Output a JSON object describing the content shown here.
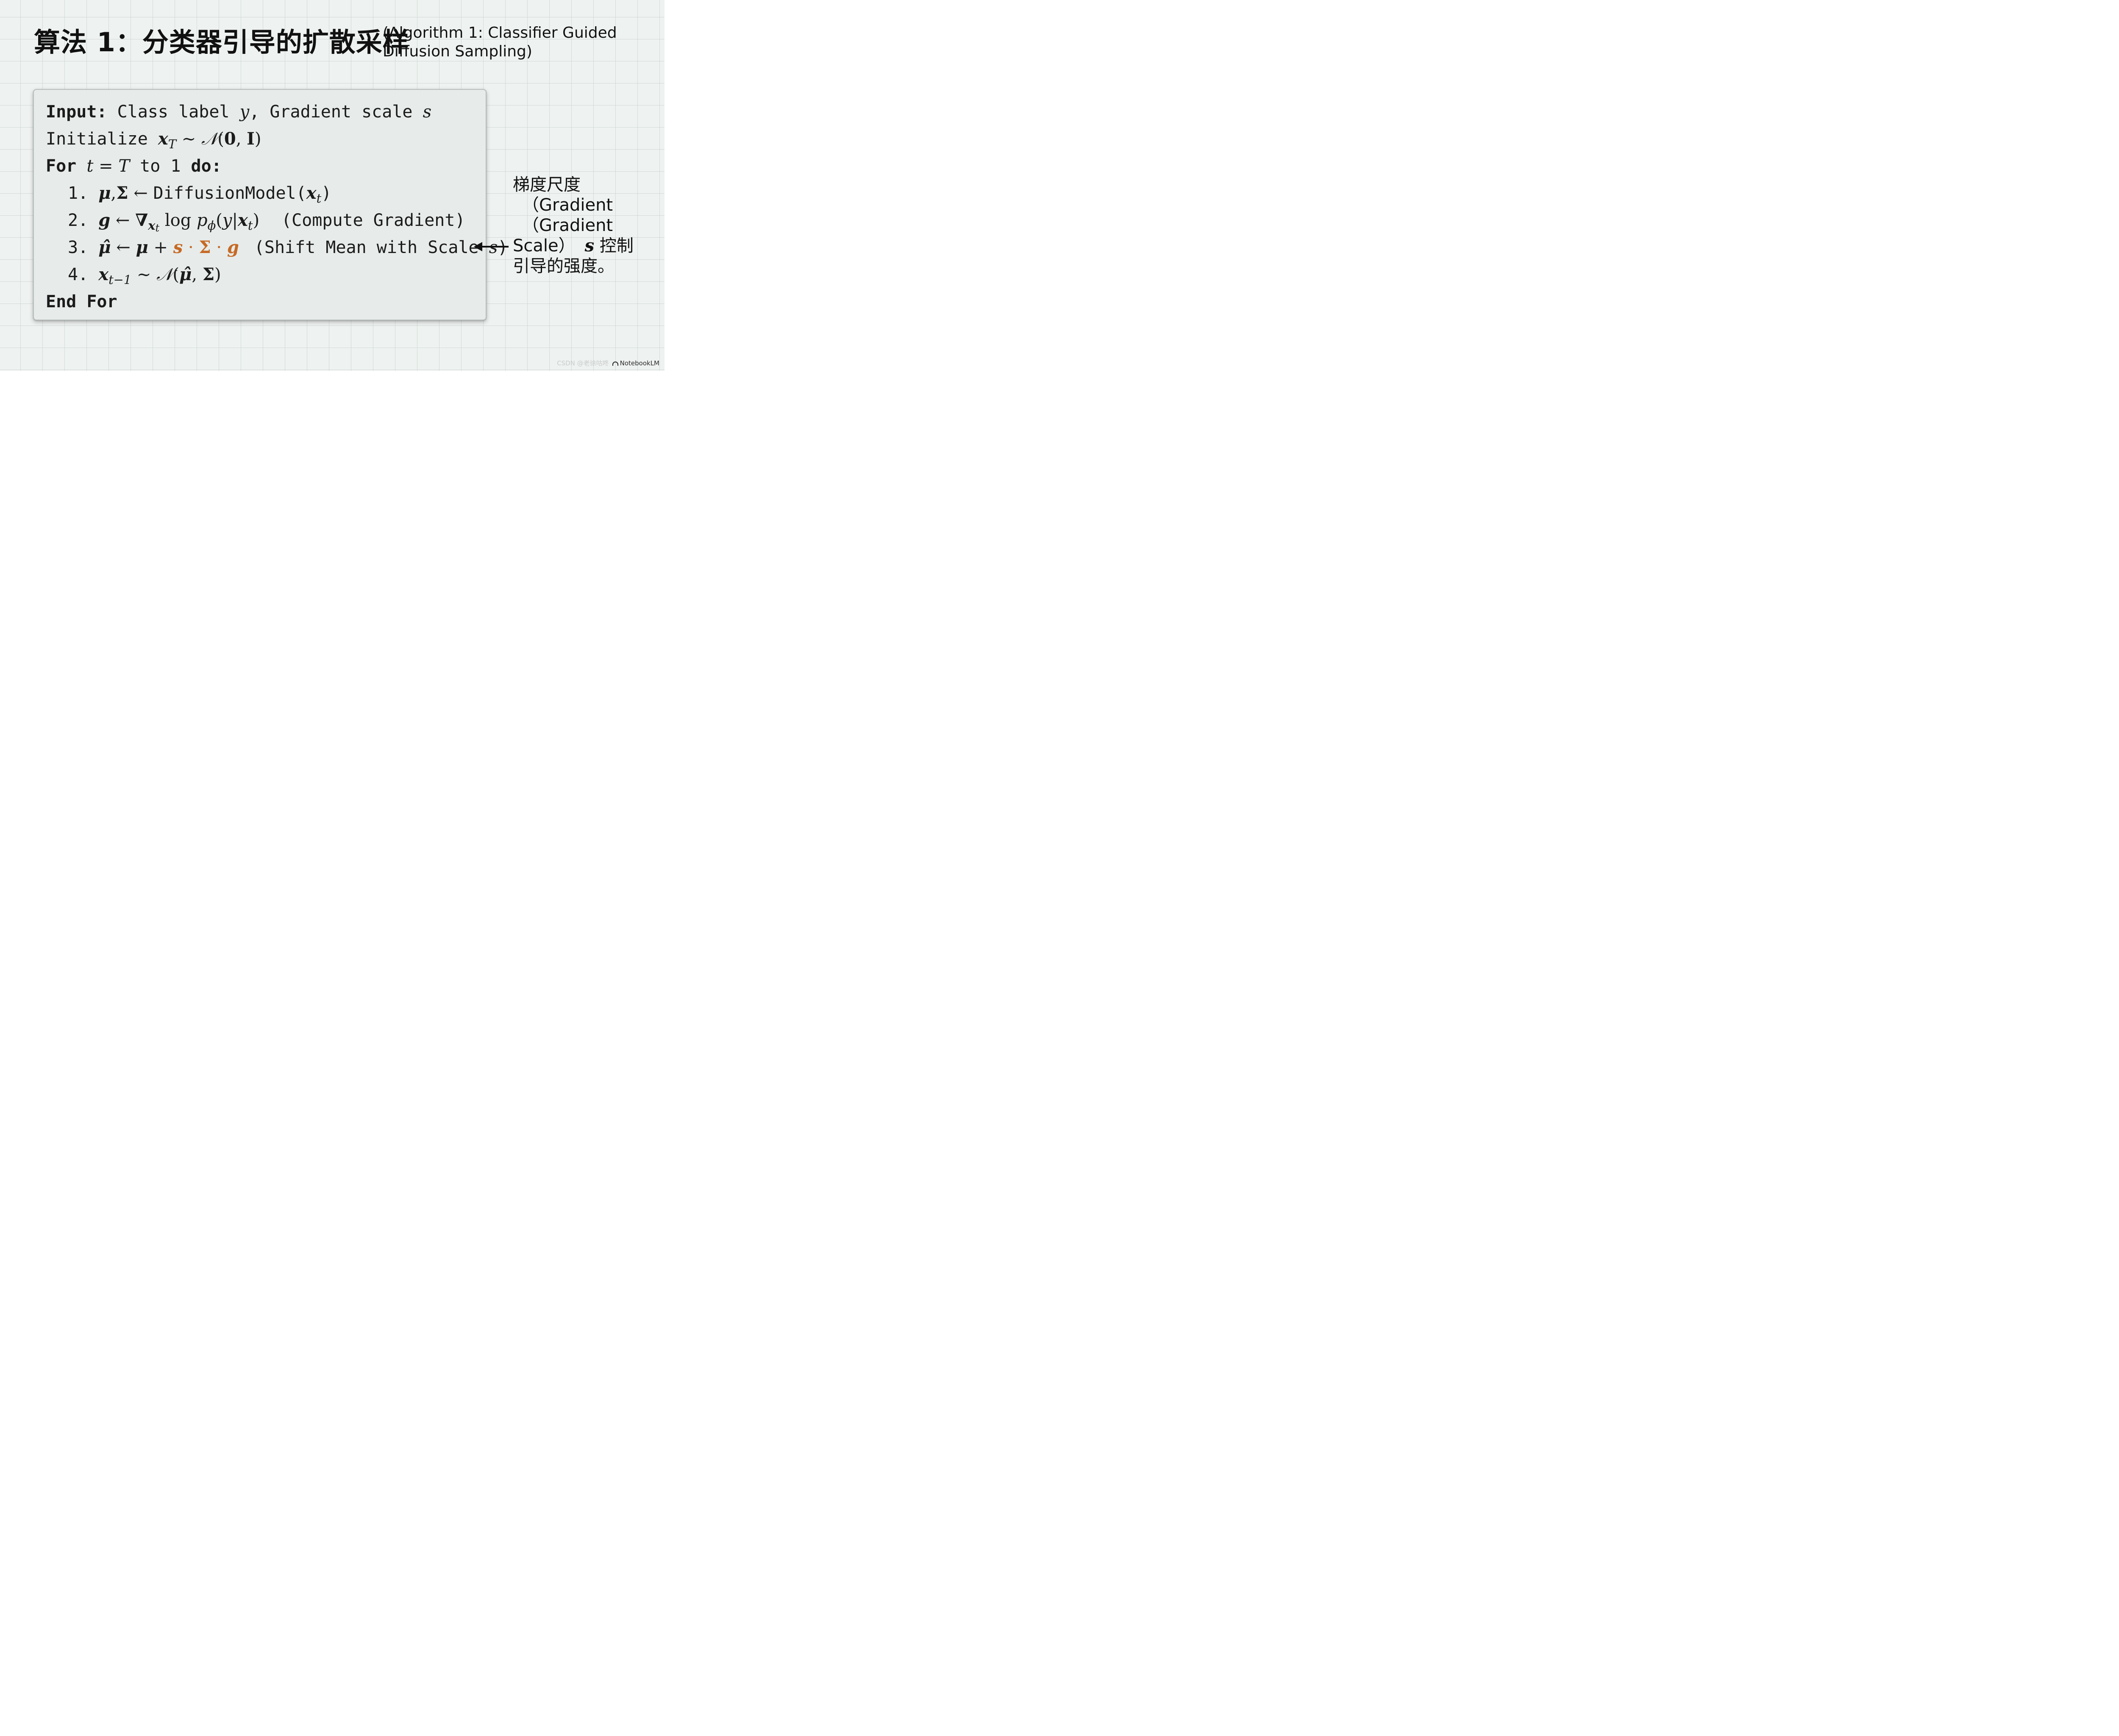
{
  "title": {
    "cn": "算法 1：分类器引导的扩散采样",
    "en": "(Algorithm 1: Classifier Guided Diffusion Sampling)"
  },
  "algorithm": {
    "input": {
      "keyword": "Input:",
      "text_1": " Class label ",
      "var_y": "y",
      "text_2": ", Gradient scale ",
      "var_s": "s"
    },
    "initialize": {
      "keyword": "Initialize ",
      "var_x": "x",
      "sub_T": "T",
      "op": " ~ ",
      "normal": "𝒩",
      "paren_open": "(",
      "zero": "0",
      "comma": ", ",
      "identity": "I",
      "paren_close": ")"
    },
    "for_loop": {
      "kw_for": "For ",
      "var_t": "t",
      "eq": " = ",
      "var_T": "T",
      "kw_to": " to 1 ",
      "kw_do": "do:"
    },
    "step1": {
      "num": "1. ",
      "mu": "μ",
      "comma": ",",
      "sigma": "Σ",
      "arrow": " ← ",
      "fn": "DiffusionModel(",
      "var_x": "x",
      "sub_t": "t",
      "close": ")"
    },
    "step2": {
      "num": "2. ",
      "g": "g",
      "arrow": " ← ",
      "nabla": "∇",
      "nabla_sub_x": "x",
      "nabla_sub_t": "t",
      "log": " log ",
      "p": "p",
      "p_sub": "ϕ",
      "open": "(",
      "y": "y",
      "bar": "|",
      "var_x": "x",
      "sub_t": "t",
      "close": ")",
      "comment": "(Compute Gradient)"
    },
    "step3": {
      "num": "3. ",
      "mu_hat": "μ̂",
      "arrow": " ← ",
      "mu": "μ",
      "plus": " + ",
      "s": "s",
      "dot1": " · ",
      "sigma": "Σ",
      "dot2": " · ",
      "g": "g",
      "comment_1": "(Shift Mean with Scale ",
      "comment_s": "s",
      "comment_2": ")"
    },
    "step4": {
      "num": "4. ",
      "var_x": "x",
      "sub": "t−1",
      "op": " ~ ",
      "normal": "𝒩",
      "open": "(",
      "mu_hat": "μ̂",
      "comma": ", ",
      "sigma": "Σ",
      "close": ")"
    },
    "end": "End For"
  },
  "side_note": {
    "line1": "梯度尺度",
    "line2": "（Gradient",
    "line3": "（Gradient",
    "line4_a": "Scale）",
    "line4_s": "s",
    "line4_b": " 控制",
    "line5": "引导的强度。"
  },
  "watermark": {
    "csdn": "CSDN @老徐咕咚",
    "brand": "NotebookLM"
  },
  "colors": {
    "accent": "#c66a24",
    "background": "#eef2f0",
    "box": "#e7ebea"
  }
}
